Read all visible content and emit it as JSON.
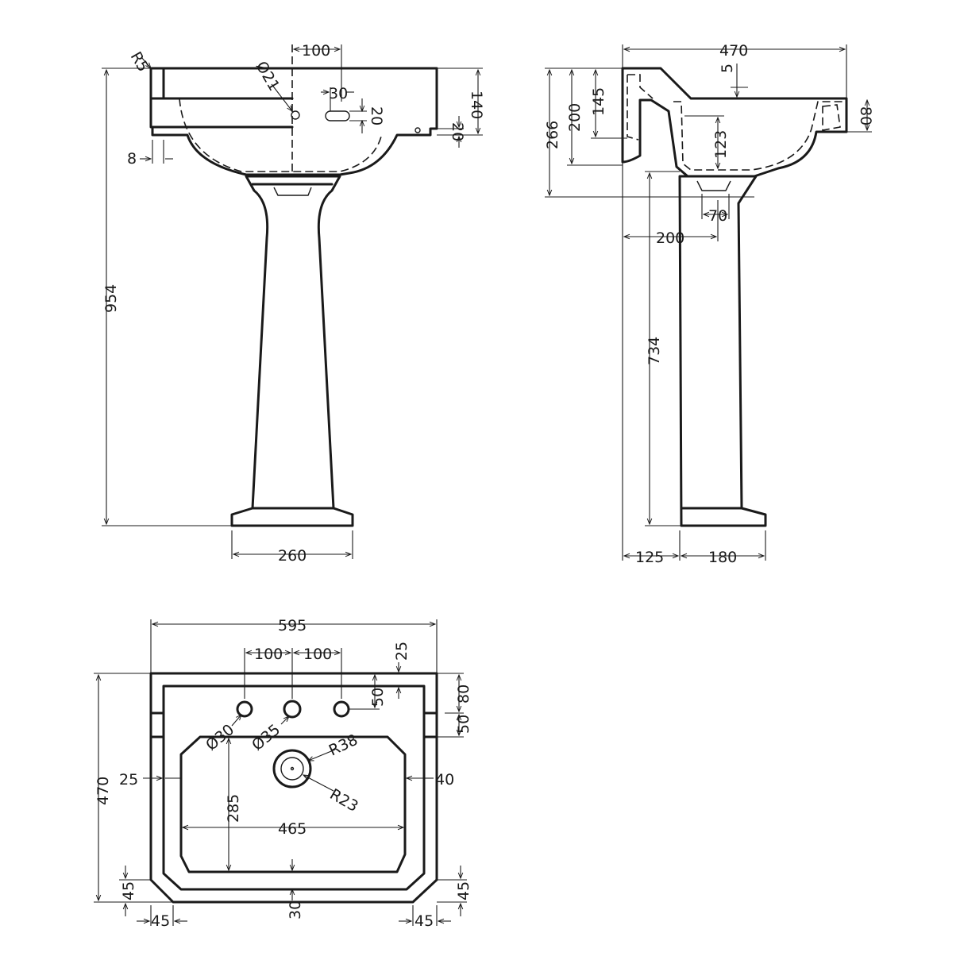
{
  "labels": {
    "front_r5": "R5",
    "front_w100": "100",
    "front_d21": "Ø21",
    "front_w30": "30",
    "front_h20a": "20",
    "front_h20b": "20",
    "front_h140": "140",
    "front_w8": "8",
    "front_h954": "954",
    "front_w260": "260",
    "side_w470": "470",
    "side_h5": "5",
    "side_h266": "266",
    "side_h200": "200",
    "side_h145": "145",
    "side_h80": "80",
    "side_h123": "123",
    "side_w70": "70",
    "side_w200": "200",
    "side_h734": "734",
    "side_w125": "125",
    "side_w180": "180",
    "plan_w595": "595",
    "plan_w100a": "100",
    "plan_w100b": "100",
    "plan_h25top": "25",
    "plan_h50a": "50",
    "plan_h80": "80",
    "plan_h50b": "50",
    "plan_d30": "Ø30",
    "plan_d35": "Ø35",
    "plan_r38": "R38",
    "plan_r23": "R23",
    "plan_w25": "25",
    "plan_w40": "40",
    "plan_h470": "470",
    "plan_h285": "285",
    "plan_w465": "465",
    "plan_h45left": "45",
    "plan_h45right": "45",
    "plan_h30": "30",
    "plan_w45left": "45",
    "plan_w45right": "45"
  }
}
